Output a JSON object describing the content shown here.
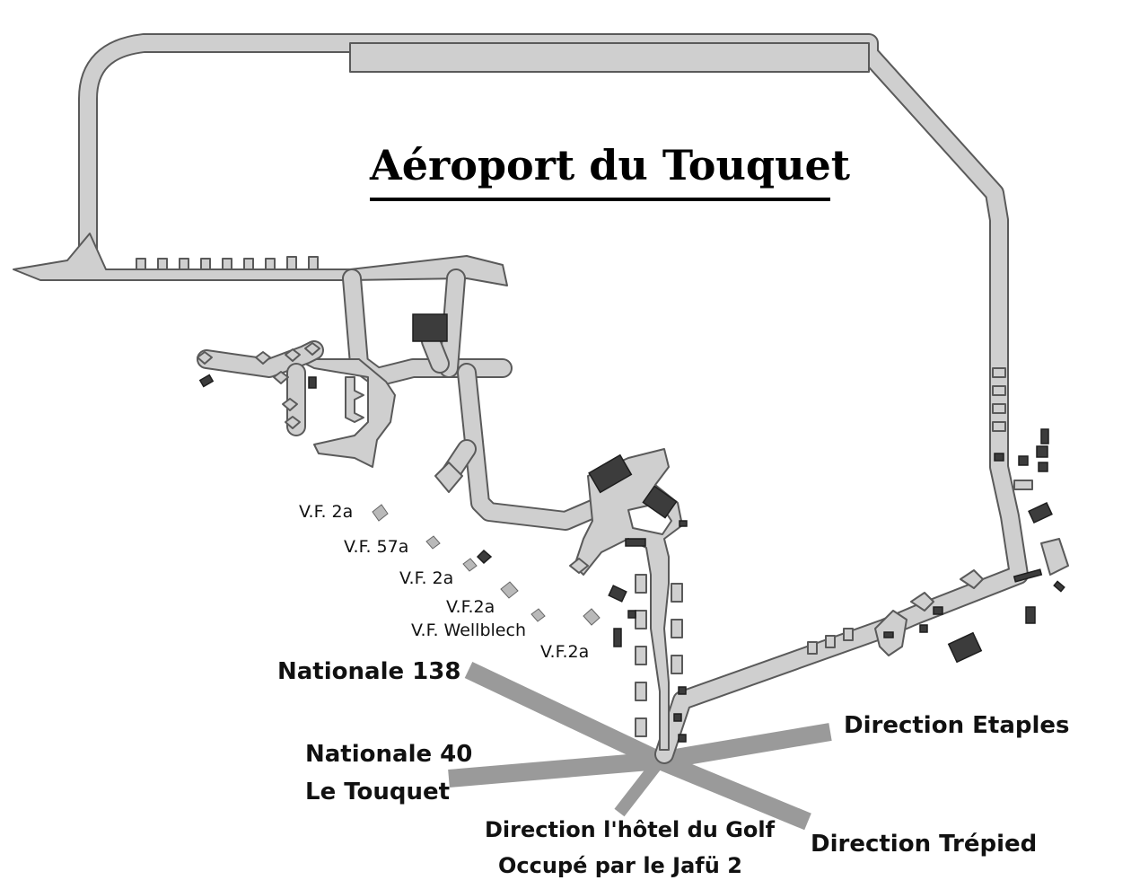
{
  "map": {
    "title": "Aéroport du Touquet",
    "roads": {
      "nationale_138": "Nationale 138",
      "nationale_40": "Nationale 40",
      "le_touquet": "Le Touquet",
      "direction_etaples": "Direction Etaples",
      "direction_trepied": "Direction Trépied",
      "direction_golf": "Direction l'hôtel du Golf",
      "golf_note": "Occupé par le Jafü 2"
    },
    "positions": [
      "V.F. 2a",
      "V.F. 57a",
      "V.F. 2a",
      "V.F.2a",
      "V.F. Wellblech",
      "V.F.2a"
    ]
  },
  "colors": {
    "pavement": "#cfcfcf",
    "outline": "#5a5a5a",
    "building": "#3c3c3c",
    "highway": "#9a9a9a"
  }
}
